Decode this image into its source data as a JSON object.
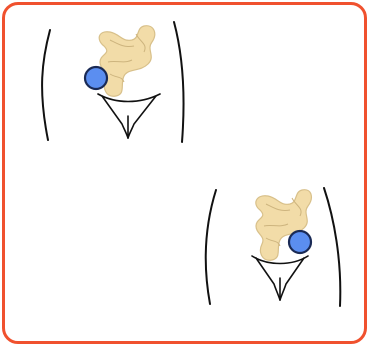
{
  "panel": {
    "border_color": "#f0512e",
    "background": "#ffffff"
  },
  "figures": [
    {
      "id": "left-side",
      "mass_side": "left",
      "intestine_color": "#f2dca8",
      "mass_color": "#5b8ef0"
    },
    {
      "id": "right-side",
      "mass_side": "right",
      "intestine_color": "#f2dca8",
      "mass_color": "#5b8ef0"
    }
  ]
}
